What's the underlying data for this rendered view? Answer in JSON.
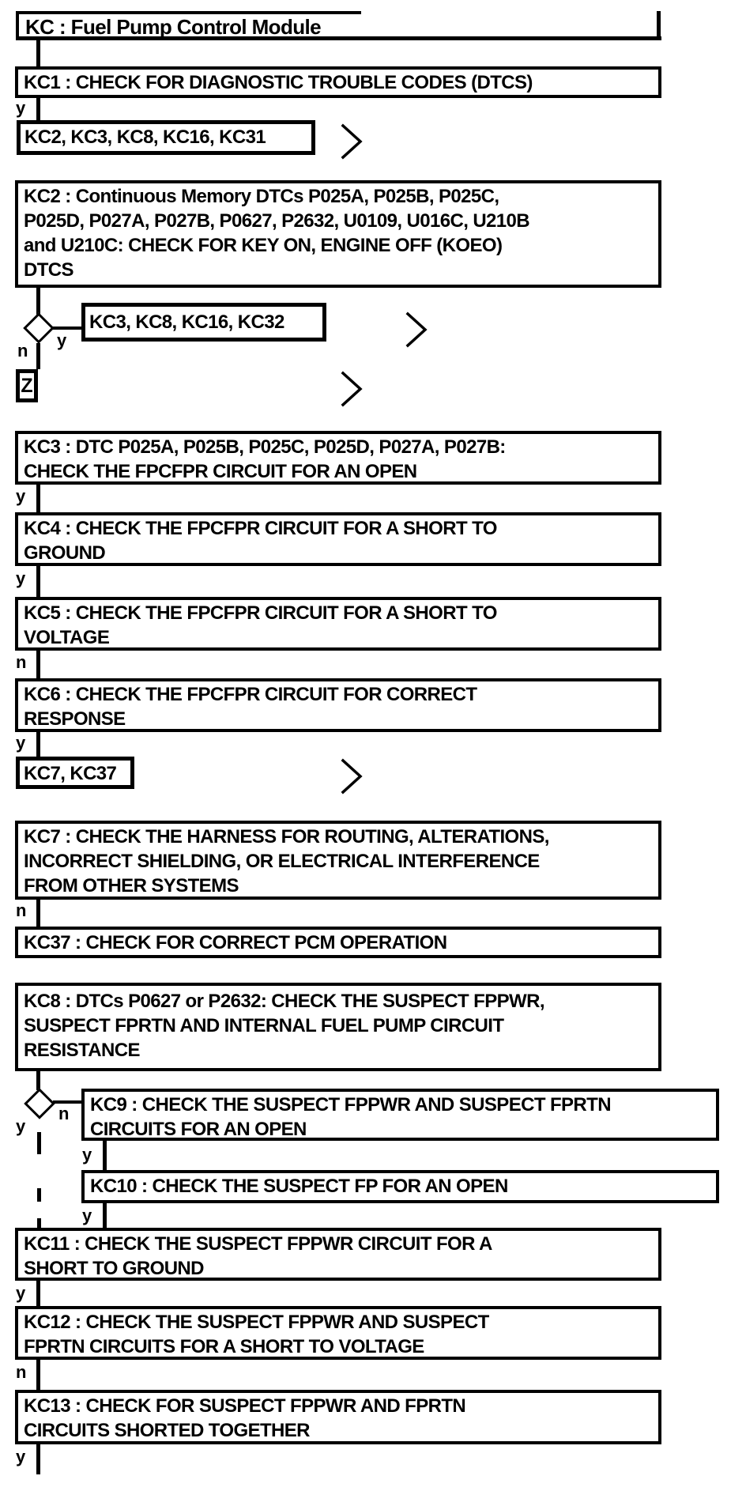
{
  "diagram": {
    "title": "KC : Fuel Pump Control Module",
    "colors": {
      "ink": "#000000",
      "paper": "#ffffff"
    },
    "icons": {
      "continuation-chevron": "❯",
      "decision-diamond": "◇"
    },
    "offpage_connector": {
      "label": "Z"
    },
    "nodes": {
      "kc1": {
        "lines": [
          "KC1 : CHECK FOR DIAGNOSTIC TROUBLE CODES (DTCS)"
        ]
      },
      "kc2": {
        "lines": [
          "KC2 : Continuous Memory DTCs P025A, P025B, P025C,",
          "P025D, P027A, P027B, P0627, P2632, U0109, U016C, U210B",
          "and U210C: CHECK FOR KEY ON, ENGINE OFF (KOEO)",
          "DTCS"
        ]
      },
      "kc3": {
        "lines": [
          "KC3 : DTC P025A, P025B, P025C, P025D, P027A, P027B:",
          "CHECK THE FPCFPR CIRCUIT FOR AN OPEN"
        ]
      },
      "kc4": {
        "lines": [
          "KC4 : CHECK THE FPCFPR CIRCUIT FOR A SHORT TO",
          "GROUND"
        ]
      },
      "kc5": {
        "lines": [
          "KC5 : CHECK THE FPCFPR CIRCUIT FOR A SHORT TO",
          "VOLTAGE"
        ]
      },
      "kc6": {
        "lines": [
          "KC6 : CHECK THE FPCFPR CIRCUIT FOR CORRECT",
          "RESPONSE"
        ]
      },
      "kc7": {
        "lines": [
          "KC7 : CHECK THE HARNESS FOR ROUTING, ALTERATIONS,",
          "INCORRECT SHIELDING, OR ELECTRICAL INTERFERENCE",
          "FROM OTHER SYSTEMS"
        ]
      },
      "kc37": {
        "lines": [
          "KC37 : CHECK FOR CORRECT PCM OPERATION"
        ]
      },
      "kc8": {
        "lines": [
          "KC8 : DTCs P0627 or P2632: CHECK THE SUSPECT FPPWR,",
          "SUSPECT FPRTN AND INTERNAL FUEL PUMP CIRCUIT",
          "RESISTANCE"
        ]
      },
      "kc9": {
        "lines": [
          "KC9 : CHECK THE SUSPECT FPPWR AND SUSPECT FPRTN",
          "CIRCUITS FOR AN OPEN"
        ]
      },
      "kc10": {
        "lines": [
          "KC10 : CHECK THE SUSPECT FP FOR AN OPEN"
        ]
      },
      "kc11": {
        "lines": [
          "KC11 : CHECK THE SUSPECT FPPWR CIRCUIT FOR A",
          "SHORT TO GROUND"
        ]
      },
      "kc12": {
        "lines": [
          "KC12 : CHECK THE SUSPECT FPPWR AND SUSPECT",
          "FPRTN CIRCUITS FOR A SHORT TO VOLTAGE"
        ]
      },
      "kc13": {
        "lines": [
          "KC13 : CHECK FOR SUSPECT FPPWR AND FPRTN",
          "CIRCUITS SHORTED TOGETHER"
        ]
      }
    },
    "refs": {
      "after_kc1": {
        "label": "KC2, KC3, KC8, KC16, KC31"
      },
      "after_kc2": {
        "label": "KC3, KC8, KC16, KC32"
      },
      "after_kc6": {
        "label": "KC7, KC37"
      }
    },
    "branches": {
      "kc1_out": "y",
      "kc2_yes": "y",
      "kc2_no": "n",
      "kc3_out": "y",
      "kc4_out": "y",
      "kc5_out": "n",
      "kc6_out": "y",
      "kc7_out": "n",
      "kc8_no": "n",
      "kc8_yes": "y",
      "kc9_out": "y",
      "kc10_out": "y",
      "kc11_out": "y",
      "kc12_out": "n",
      "kc13_out": "y"
    }
  }
}
